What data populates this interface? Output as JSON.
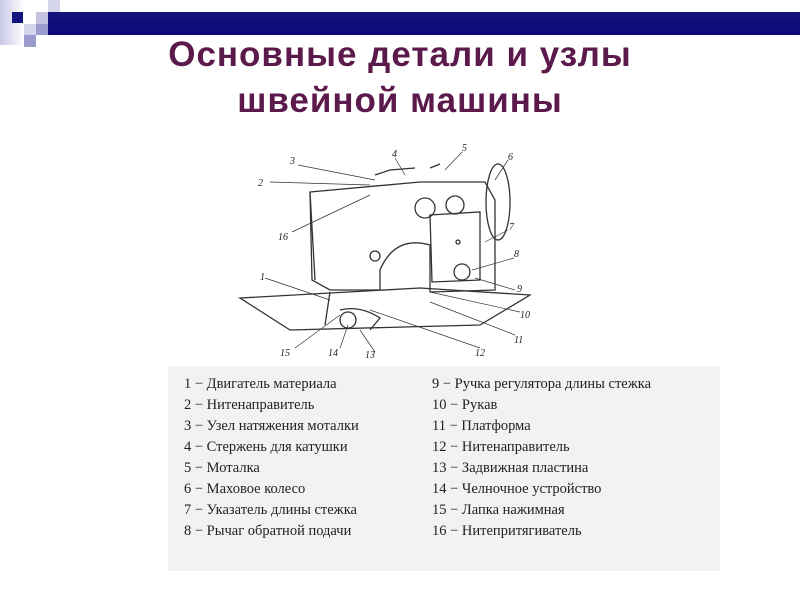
{
  "title": {
    "line1": "Основные  детали  и  узлы",
    "line2": "швейной машины"
  },
  "diagram": {
    "callouts": [
      "1",
      "2",
      "3",
      "4",
      "5",
      "6",
      "7",
      "8",
      "9",
      "10",
      "11",
      "12",
      "13",
      "14",
      "15",
      "16"
    ]
  },
  "legend": {
    "left": [
      "1 − Двигатель материала",
      "2 − Нитенаправитель",
      "3 − Узел натяжения моталки",
      "4 − Стержень для катушки",
      "5 − Моталка",
      "6 − Маховое колесо",
      "7 − Указатель длины стежка",
      "8 − Рычаг обратной подачи"
    ],
    "right": [
      "9  − Ручка регулятора длины стежка",
      "10 − Рукав",
      "11 − Платформа",
      "12 − Нитенаправитель",
      "13 − Задвижная пластина",
      "14 − Челночное устройство",
      "15 − Лапка нажимная",
      "16 − Нитепритягиватель"
    ]
  },
  "colors": {
    "bar": "#0a0a78",
    "title": "#5c1a4c"
  }
}
